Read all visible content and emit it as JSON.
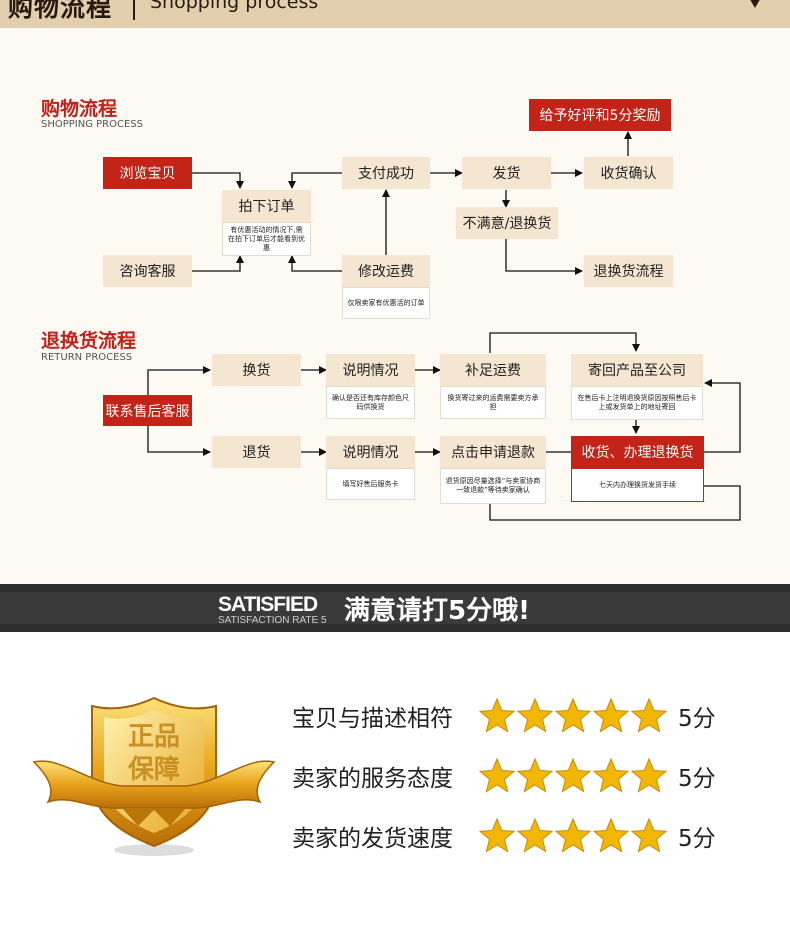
{
  "banner": {
    "title_zh": "购物流程",
    "title_en": "Shopping process"
  },
  "shopping": {
    "title": "购物流程",
    "subtitle": "SHOPPING PROCESS",
    "nodes": {
      "browse": "浏览宝贝",
      "order": "拍下订单",
      "consult": "咨询客服",
      "pay": "支付成功",
      "modify": "修改运费",
      "ship": "发货",
      "unsatisfied": "不满意/退换货",
      "confirm": "收货确认",
      "review": "给予好评和5分奖励",
      "return_flow": "退换货流程"
    },
    "notes": {
      "order": "有优惠活动的情况下,需在拍下订单后才能看到优惠",
      "modify": "仅限卖家有优惠活的订单"
    }
  },
  "returns": {
    "title": "退换货流程",
    "subtitle": "RETURN PROCESS",
    "nodes": {
      "contact": "联系售后客服",
      "exchange": "换货",
      "explain1": "说明情况",
      "supplement": "补足运费",
      "send_back": "寄回产品至公司",
      "refund": "退货",
      "explain2": "说明情况",
      "apply": "点击申请退款",
      "process": "收货、办理退换货"
    },
    "notes": {
      "explain1": "确认是否还有库存颜色尺码供换货",
      "supplement": "换货寄过来的运费需要卖方承担",
      "send_back": "在售后卡上注明退换货原因按照售后卡上或发货单上的地址寄回",
      "explain2": "填写好售后服务卡",
      "apply": "退货原因尽量选择“与卖家协商一致退款”等待卖家确认",
      "process": "七天内办理换货发货手续"
    }
  },
  "satisfied": {
    "en": "SATISFIED",
    "en_sub": "SATISFACTION RATE 5",
    "zh": "满意请打5分哦!"
  },
  "badge": {
    "line1": "正品",
    "line2": "保障"
  },
  "ratings": [
    {
      "label": "宝贝与描述相符",
      "stars": 5,
      "score": "5分"
    },
    {
      "label": "卖家的服务态度",
      "stars": 5,
      "score": "5分"
    },
    {
      "label": "卖家的发货速度",
      "stars": 5,
      "score": "5分"
    }
  ],
  "colors": {
    "accent_red": "#c42318",
    "node_beige": "#f4e6d0",
    "banner_tan": "#e3cfae",
    "star_gold": "#f2b705"
  }
}
